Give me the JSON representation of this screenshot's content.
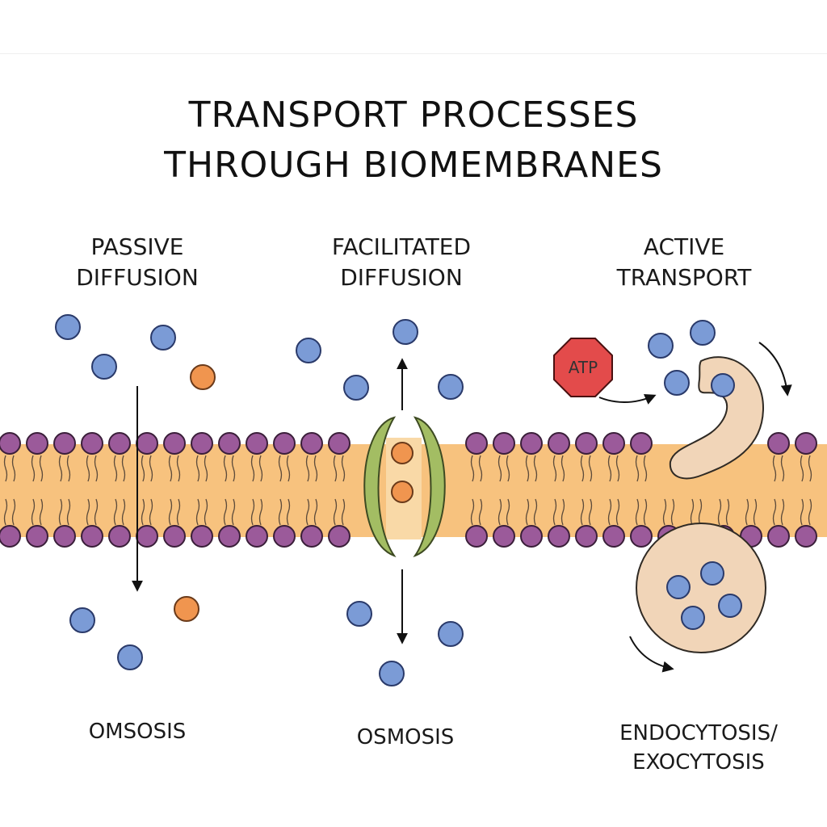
{
  "title": {
    "line1": "TRANSPORT PROCESSES",
    "line2": "THROUGH BIOMEMBRANES"
  },
  "sections": {
    "passive": {
      "line1": "PASSIVE",
      "line2": "DIFFUSION"
    },
    "facilitated": {
      "line1": "FACILITATED",
      "line2": "DIFFUSION"
    },
    "active": {
      "line1": "ACTIVE",
      "line2": "TRANSPORT"
    }
  },
  "bottom_labels": {
    "left": "OMSOSIS",
    "middle": "OSMOSIS",
    "right_line1": "ENDOCYTOSIS/",
    "right_line2": "EXOCYTOSIS"
  },
  "atp_label": "ATP",
  "colors": {
    "membrane_core": "#f7c27e",
    "phospholipid_head": "#9b5a9a",
    "molecule_blue": "#7b9bd6",
    "molecule_orange": "#f0954f",
    "channel_protein": "#a3bd63",
    "carrier_protein": "#f1d5b8",
    "atp_octagon": "#e34b4b"
  },
  "icons": [
    "atp-octagon-icon",
    "arrow-icon",
    "vesicle-icon",
    "channel-protein-icon",
    "carrier-protein-icon"
  ]
}
